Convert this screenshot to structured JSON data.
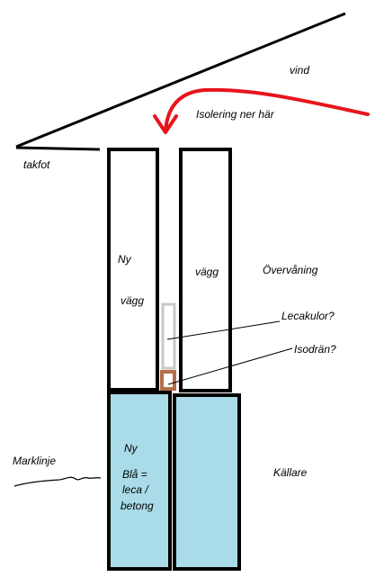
{
  "labels": {
    "vind": "vind",
    "isolering": "Isolering ner här",
    "takfot": "takfot",
    "ny_upper": "Ny",
    "vagg_left": "vägg",
    "vagg_right": "vägg",
    "overvaning": "Övervåning",
    "lecakulor": "Lecakulor?",
    "isodran": "Isodrän?",
    "marklinje": "Marklinje",
    "ny_lower": "Ny",
    "bla_line1": "Blå =",
    "bla_line2": "leca /",
    "bla_line3": "betong",
    "kallare": "Källare"
  },
  "colors": {
    "outline": "#000000",
    "arrow": "#e8141c",
    "leca_blue": "#a9dbe8",
    "leca_gray": "#c8c8c8",
    "isodran_brown": "#b46e4a"
  }
}
